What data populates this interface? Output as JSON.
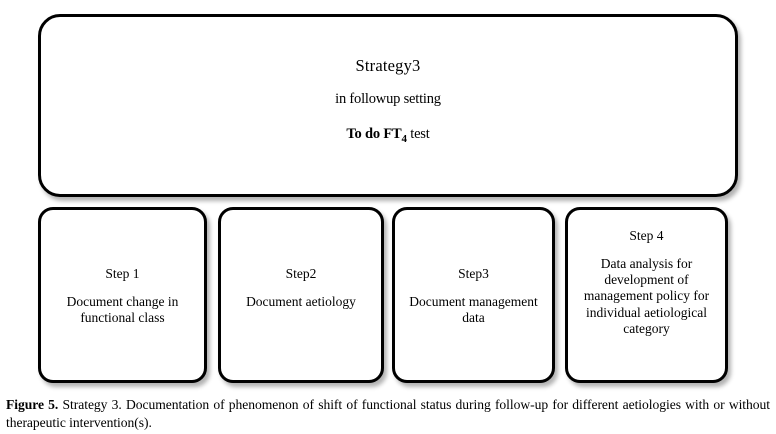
{
  "figure": {
    "strategy_box": {
      "title": "Strategy3",
      "subtitle": "in followup setting",
      "test_prefix": "To do FT",
      "test_subscript": "4",
      "test_suffix": " test"
    },
    "steps": [
      {
        "label": "Step 1",
        "description": "Document change in functional class"
      },
      {
        "label": "Step2",
        "description": "Document aetiology"
      },
      {
        "label": "Step3",
        "description": "Document management data"
      },
      {
        "label": "Step 4",
        "description": "Data analysis for development of management policy for individual aetiological category"
      }
    ],
    "caption": {
      "lead": "Figure 5.",
      "body": " Strategy 3. Documentation of phenomenon of shift of functional status during follow-up for different aetiologies with or without therapeutic intervention(s)."
    },
    "colors": {
      "border": "#000000",
      "background": "#ffffff",
      "text": "#000000"
    }
  }
}
